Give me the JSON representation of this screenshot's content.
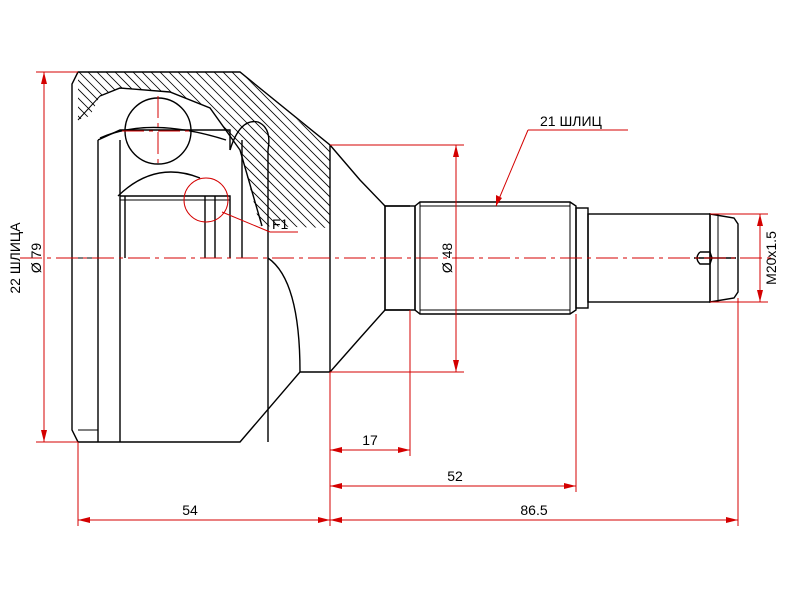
{
  "drawing": {
    "line_color": "#000000",
    "dimension_color": "#d40000",
    "background": "#ffffff"
  },
  "dimensions": {
    "housing_length": "54",
    "stem_total_length": "86.5",
    "stem_to_spline_end": "52",
    "flange_to_spline_start": "17",
    "stem_diameter": "Ø 48",
    "thread_spec": "M20x1.5",
    "outer_diameter": "Ø 79"
  },
  "labels": {
    "outer_splines": "21 ШЛИЦ",
    "inner_splines": "22 ШЛИЦА",
    "detail_marker": "F1"
  }
}
